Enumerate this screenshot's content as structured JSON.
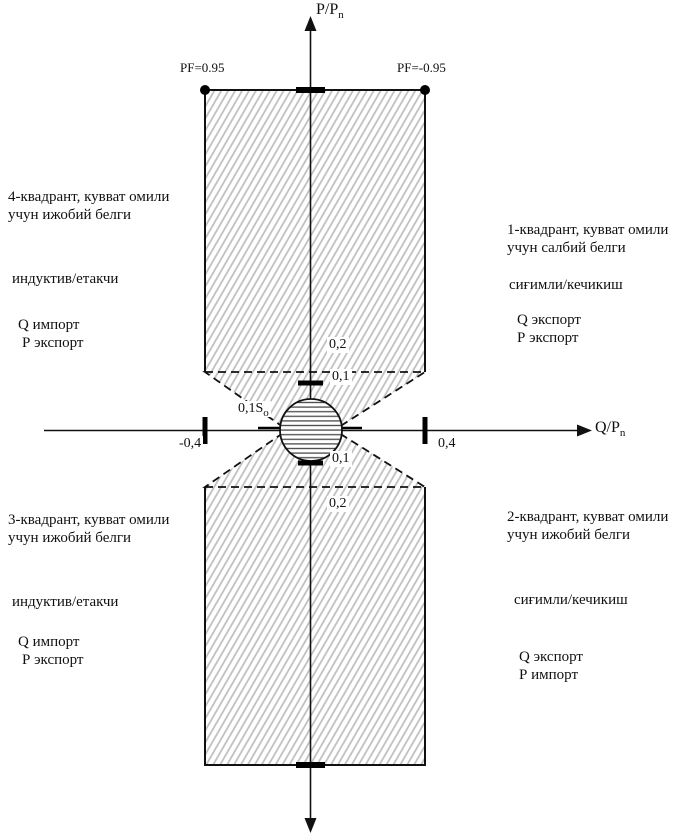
{
  "axes": {
    "y_label_main": "P/P",
    "y_label_sub": "n",
    "x_label_main": "Q/P",
    "x_label_sub": "n"
  },
  "markers": {
    "pf_left": "PF=0.95",
    "pf_right": "PF=-0.95",
    "tick_y_02_top": "0,2",
    "tick_y_01_top": "0,1",
    "tick_y_01_bottom": "0,1",
    "tick_y_02_bottom": "0,2",
    "tick_x_neg": "-0,4",
    "tick_x_pos": "0,4",
    "circle_label_main": "0,1S",
    "circle_label_sub": "o"
  },
  "quadrants": {
    "q4": {
      "title_line1": "4-квадрант, кувват омили",
      "title_line2": "учун ижобий белги",
      "mode": "индуктив/етакчи",
      "flow1": "Q импорт",
      "flow2": "Р экспорт"
    },
    "q1": {
      "title_line1": "1-квадрант, кувват омили",
      "title_line2": "учун салбий белги",
      "mode": "сиғимли/кечикиш",
      "flow1": "Q экспорт",
      "flow2": "Р экспорт"
    },
    "q3": {
      "title_line1": "3-квадрант, кувват омили",
      "title_line2": "учун ижобий белги",
      "mode": "индуктив/етакчи",
      "flow1": "Q импорт",
      "flow2": "Р экспорт"
    },
    "q2": {
      "title_line1": "2-квадрант, кувват омили",
      "title_line2": "учун ижобий белги",
      "mode": "сиғимли/кечикиш",
      "flow1": "Q экспорт",
      "flow2": "Р импорт"
    }
  }
}
